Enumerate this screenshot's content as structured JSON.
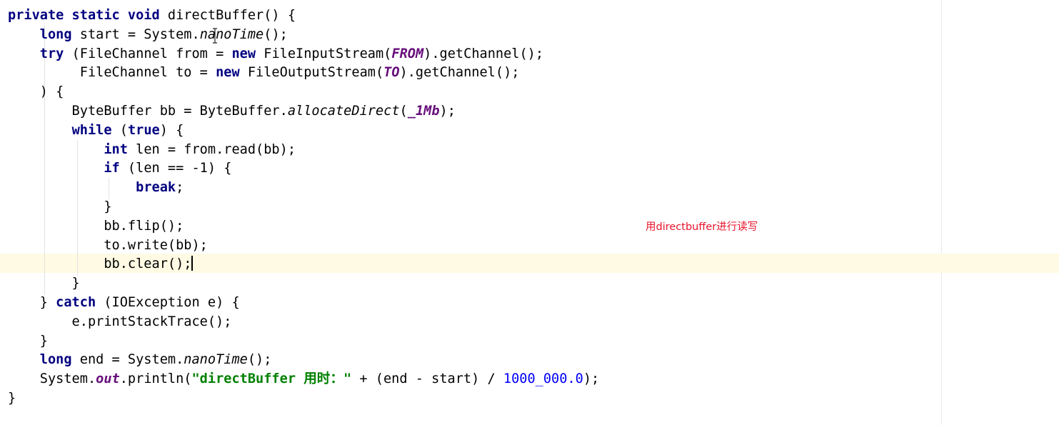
{
  "editor": {
    "caret_line": 14,
    "lines": [
      [
        {
          "t": "private static void",
          "c": "kw"
        },
        {
          "t": " directBuffer() {",
          "c": ""
        }
      ],
      [
        {
          "t": "    ",
          "c": ""
        },
        {
          "t": "long",
          "c": "kw"
        },
        {
          "t": " start = System.",
          "c": ""
        },
        {
          "t": "nanoTime",
          "c": "st"
        },
        {
          "t": "();",
          "c": ""
        }
      ],
      [
        {
          "t": "    ",
          "c": ""
        },
        {
          "t": "try",
          "c": "kw"
        },
        {
          "t": " (FileChannel from = ",
          "c": ""
        },
        {
          "t": "new",
          "c": "kw"
        },
        {
          "t": " FileInputStream(",
          "c": ""
        },
        {
          "t": "FROM",
          "c": "fld"
        },
        {
          "t": ").getChannel();",
          "c": ""
        }
      ],
      [
        {
          "t": "         FileChannel to = ",
          "c": ""
        },
        {
          "t": "new",
          "c": "kw"
        },
        {
          "t": " FileOutputStream(",
          "c": ""
        },
        {
          "t": "TO",
          "c": "fld"
        },
        {
          "t": ").getChannel();",
          "c": ""
        }
      ],
      [
        {
          "t": "    ) {",
          "c": ""
        }
      ],
      [
        {
          "t": "        ByteBuffer bb = ByteBuffer.",
          "c": ""
        },
        {
          "t": "allocateDirect",
          "c": "st"
        },
        {
          "t": "(",
          "c": ""
        },
        {
          "t": "_1Mb",
          "c": "fld"
        },
        {
          "t": ");",
          "c": ""
        }
      ],
      [
        {
          "t": "        ",
          "c": ""
        },
        {
          "t": "while",
          "c": "kw"
        },
        {
          "t": " (",
          "c": ""
        },
        {
          "t": "true",
          "c": "kw"
        },
        {
          "t": ") {",
          "c": ""
        }
      ],
      [
        {
          "t": "            ",
          "c": ""
        },
        {
          "t": "int",
          "c": "kw"
        },
        {
          "t": " len = from.read(bb);",
          "c": ""
        }
      ],
      [
        {
          "t": "            ",
          "c": ""
        },
        {
          "t": "if",
          "c": "kw"
        },
        {
          "t": " (len == -1) {",
          "c": ""
        }
      ],
      [
        {
          "t": "                ",
          "c": ""
        },
        {
          "t": "break",
          "c": "kw"
        },
        {
          "t": ";",
          "c": ""
        }
      ],
      [
        {
          "t": "            }",
          "c": ""
        }
      ],
      [
        {
          "t": "            bb.flip();",
          "c": ""
        }
      ],
      [
        {
          "t": "            to.write(bb);",
          "c": ""
        }
      ],
      [
        {
          "t": "            bb.clear();",
          "c": ""
        }
      ],
      [
        {
          "t": "        }",
          "c": ""
        }
      ],
      [
        {
          "t": "    } ",
          "c": ""
        },
        {
          "t": "catch",
          "c": "kw"
        },
        {
          "t": " (IOException e) {",
          "c": ""
        }
      ],
      [
        {
          "t": "        e.printStackTrace();",
          "c": ""
        }
      ],
      [
        {
          "t": "    }",
          "c": ""
        }
      ],
      [
        {
          "t": "    ",
          "c": ""
        },
        {
          "t": "long",
          "c": "kw"
        },
        {
          "t": " end = System.",
          "c": ""
        },
        {
          "t": "nanoTime",
          "c": "st"
        },
        {
          "t": "();",
          "c": ""
        }
      ],
      [
        {
          "t": "    System.",
          "c": ""
        },
        {
          "t": "out",
          "c": "fld"
        },
        {
          "t": ".println(",
          "c": ""
        },
        {
          "t": "\"directBuffer 用时：\"",
          "c": "str"
        },
        {
          "t": " + (end - start) / ",
          "c": ""
        },
        {
          "t": "1000_000.0",
          "c": "num"
        },
        {
          "t": ");",
          "c": ""
        }
      ],
      [
        {
          "t": "}",
          "c": ""
        }
      ]
    ]
  },
  "annotation": {
    "text": "用directbuffer进行读写",
    "color": "#e8142b"
  },
  "colors": {
    "keyword": "#000080",
    "field": "#660e7a",
    "string": "#008000",
    "number": "#0000ff",
    "caret_line_bg": "#fffae3"
  }
}
